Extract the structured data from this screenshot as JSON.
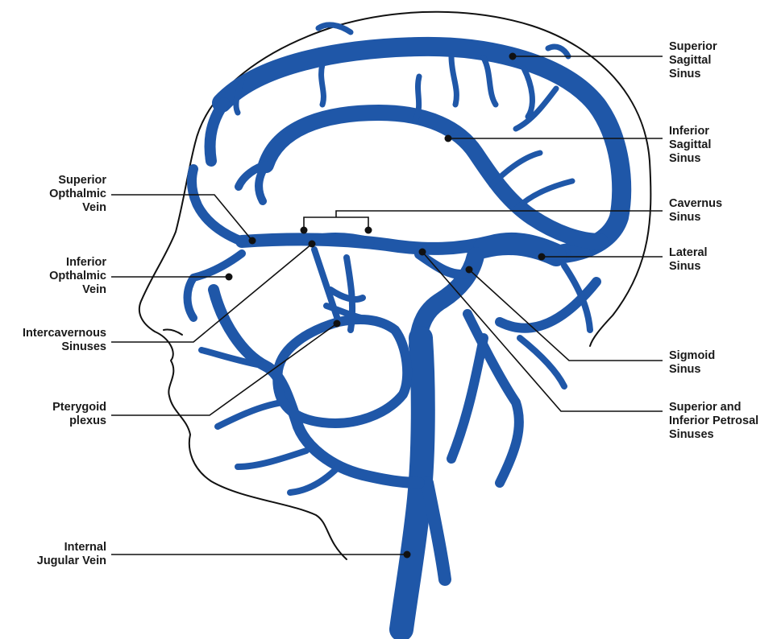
{
  "colors": {
    "vein": "#1f57a8",
    "outline": "#111111",
    "text": "#1a1a1a",
    "background": "#ffffff"
  },
  "labels": {
    "superior_sagittal_sinus": [
      "Superior",
      "Sagittal",
      "Sinus"
    ],
    "inferior_sagittal_sinus": [
      "Inferior",
      "Sagittal",
      "Sinus"
    ],
    "cavernus_sinus": [
      "Cavernus",
      "Sinus"
    ],
    "lateral_sinus": [
      "Lateral",
      "Sinus"
    ],
    "sigmoid_sinus": [
      "Sigmoid",
      "Sinus"
    ],
    "petrosal_sinuses": [
      "Superior and",
      "Inferior Petrosal",
      "Sinuses"
    ],
    "superior_opthalmic_vein": [
      "Superior",
      "Opthalmic",
      "Vein"
    ],
    "inferior_opthalmic_vein": [
      "Inferior",
      "Opthalmic",
      "Vein"
    ],
    "intercavernous_sinuses": [
      "Intercavernous",
      "Sinuses"
    ],
    "pterygoid_plexus": [
      "Pterygoid",
      "plexus"
    ],
    "internal_jugular_vein": [
      "Internal",
      "Jugular Vein"
    ]
  }
}
